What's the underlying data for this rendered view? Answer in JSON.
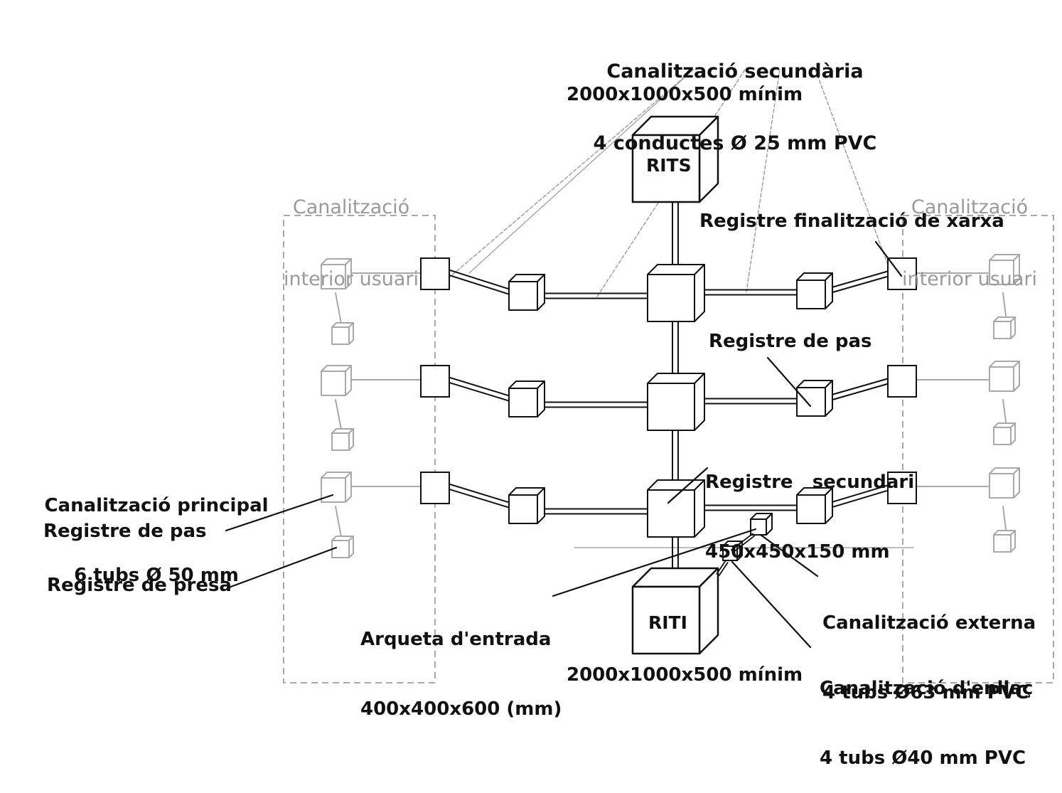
{
  "colors": {
    "ink": "#111111",
    "faint": "#a8a8a8",
    "guide": "#9a9a9a",
    "user_label": "#9a9a9a"
  },
  "labels": {
    "secondary_channel_title": "Canalització secundària",
    "secondary_channel_spec": "4 conductes Ø 25 mm PVC",
    "rits_size": "2000x1000x500 mínim",
    "rits": "RITS",
    "user_interior_left_1": "Canalització",
    "user_interior_left_2": "interior usuari",
    "user_interior_right_1": "Canalització",
    "user_interior_right_2": "interior usuari",
    "network_end_register": "Registre finalització de xarxa",
    "pass_register_right": "Registre de pas",
    "secondary_register_title": "Registre   secundari",
    "secondary_register_size": "450x450x150 mm",
    "main_channel_title": "Canalització principal",
    "main_channel_spec": "6 tubs Ø 50 mm",
    "pass_register_left": "Registre de pas",
    "socket_register": "Registre de presa",
    "entry_box_title": "Arqueta d'entrada",
    "entry_box_size": "400x400x600 (mm)",
    "external_channel_title": "Canalització externa",
    "external_channel_spec": "4 tubs Ø63 mm PVC",
    "link_channel_title": "Canalització d'enllaç",
    "link_channel_spec": "4 tubs Ø40 mm PVC",
    "riti": "RITI",
    "riti_size": "2000x1000x500 mínim"
  }
}
